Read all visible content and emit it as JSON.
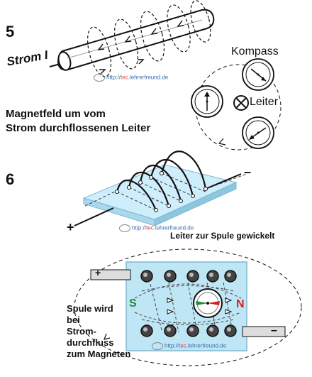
{
  "section5": {
    "number": "5",
    "current_label": "Strom I",
    "compass_label": "Kompass",
    "conductor_label": "Leiter",
    "caption_line1": "Magnetfeld um vom",
    "caption_line2": "Strom durchflossenen Leiter",
    "watermark_prefix": "http://",
    "watermark_highlight": "tec",
    "watermark_suffix": ".lehrerfreund.de"
  },
  "section6": {
    "number": "6",
    "minus_label": "–",
    "plus_label": "+",
    "coil_label": "Leiter zur Spule gewickelt",
    "watermark_prefix": "http://",
    "watermark_highlight": "tec",
    "watermark_suffix": ".lehrerfreund.de"
  },
  "section7": {
    "plus_label": "+",
    "minus_label": "–",
    "south_label": "S",
    "north_label": "N",
    "caption_line1": "Spule wird",
    "caption_line2": "bei",
    "caption_line3": "Strom-",
    "caption_line4": "durchfluss",
    "caption_line5": "zum Magneten",
    "watermark_prefix": "http://",
    "watermark_highlight": "tec",
    "watermark_suffix": ".lehrerfreund.de"
  },
  "colors": {
    "board": "#bfe6f5",
    "board_edge": "#7fb8d1",
    "south": "#1e8a3c",
    "north": "#d62020",
    "ink": "#111111"
  }
}
